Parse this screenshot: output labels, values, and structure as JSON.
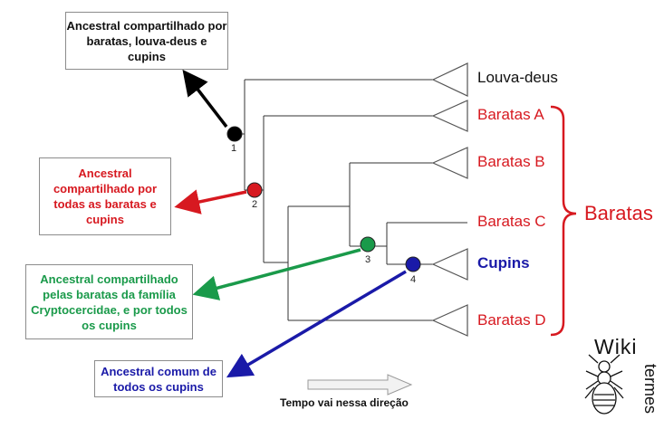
{
  "boxes": {
    "black": "Ancestral compartilhado por baratas, louva-deus e cupins",
    "red": "Ancestral compartilhado por todas as baratas e cupins",
    "green": "Ancestral compartilhado pelas baratas da família Cryptocercidae, e por todos os cupins",
    "blue": "Ancestral comum de todos os cupins"
  },
  "taxa": {
    "louva_deus": "Louva-deus",
    "baratas_a": "Baratas A",
    "baratas_b": "Baratas B",
    "baratas_c": "Baratas C",
    "cupins": "Cupins",
    "baratas_d": "Baratas D"
  },
  "group_label": "Baratas",
  "node_numbers": [
    "1",
    "2",
    "3",
    "4"
  ],
  "time_label": "Tempo vai nessa direção",
  "logo": {
    "wiki": "Wiki",
    "termes": "termes"
  },
  "colors": {
    "node1": "#000000",
    "node2": "#d71920",
    "node3": "#1a9a4a",
    "node4": "#1a1aa8",
    "cockroach_text": "#d71920",
    "termite_text": "#1a1aa8",
    "neutral_text": "#111111"
  }
}
